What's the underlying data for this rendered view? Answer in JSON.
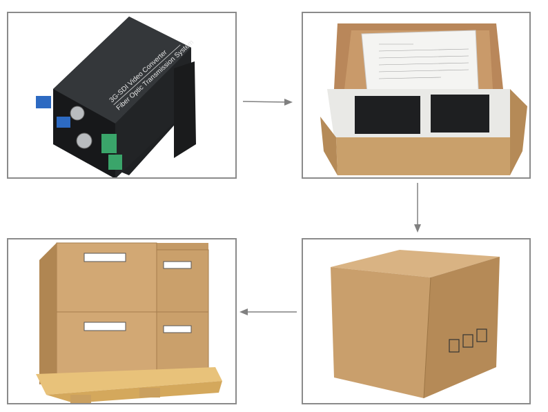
{
  "steps": [
    {
      "name": "converter",
      "label_line1": "3G-SDI Video Converter",
      "label_line2": "Fiber Optic Transmission System"
    },
    {
      "name": "gift-box"
    },
    {
      "name": "shipping-carton"
    },
    {
      "name": "pallet"
    }
  ],
  "colors": {
    "frame": "#8a8a8a",
    "arrow": "#808080",
    "cardboard": "#c9a06b",
    "device": "#2a2c2e"
  }
}
